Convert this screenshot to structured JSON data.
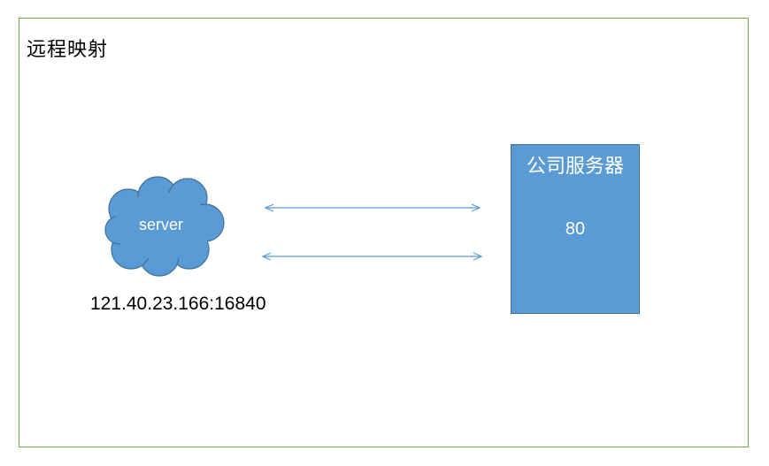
{
  "title": "远程映射",
  "cloud": {
    "label": "server",
    "icon": "cloud-icon"
  },
  "address": "121.40.23.166:16840",
  "server_box": {
    "title": "公司服务器",
    "port": "80"
  },
  "colors": {
    "frame": "#70ad47",
    "shape_fill": "#5b9bd5",
    "shape_stroke": "#41719c",
    "arrow": "#5b9bd5"
  }
}
